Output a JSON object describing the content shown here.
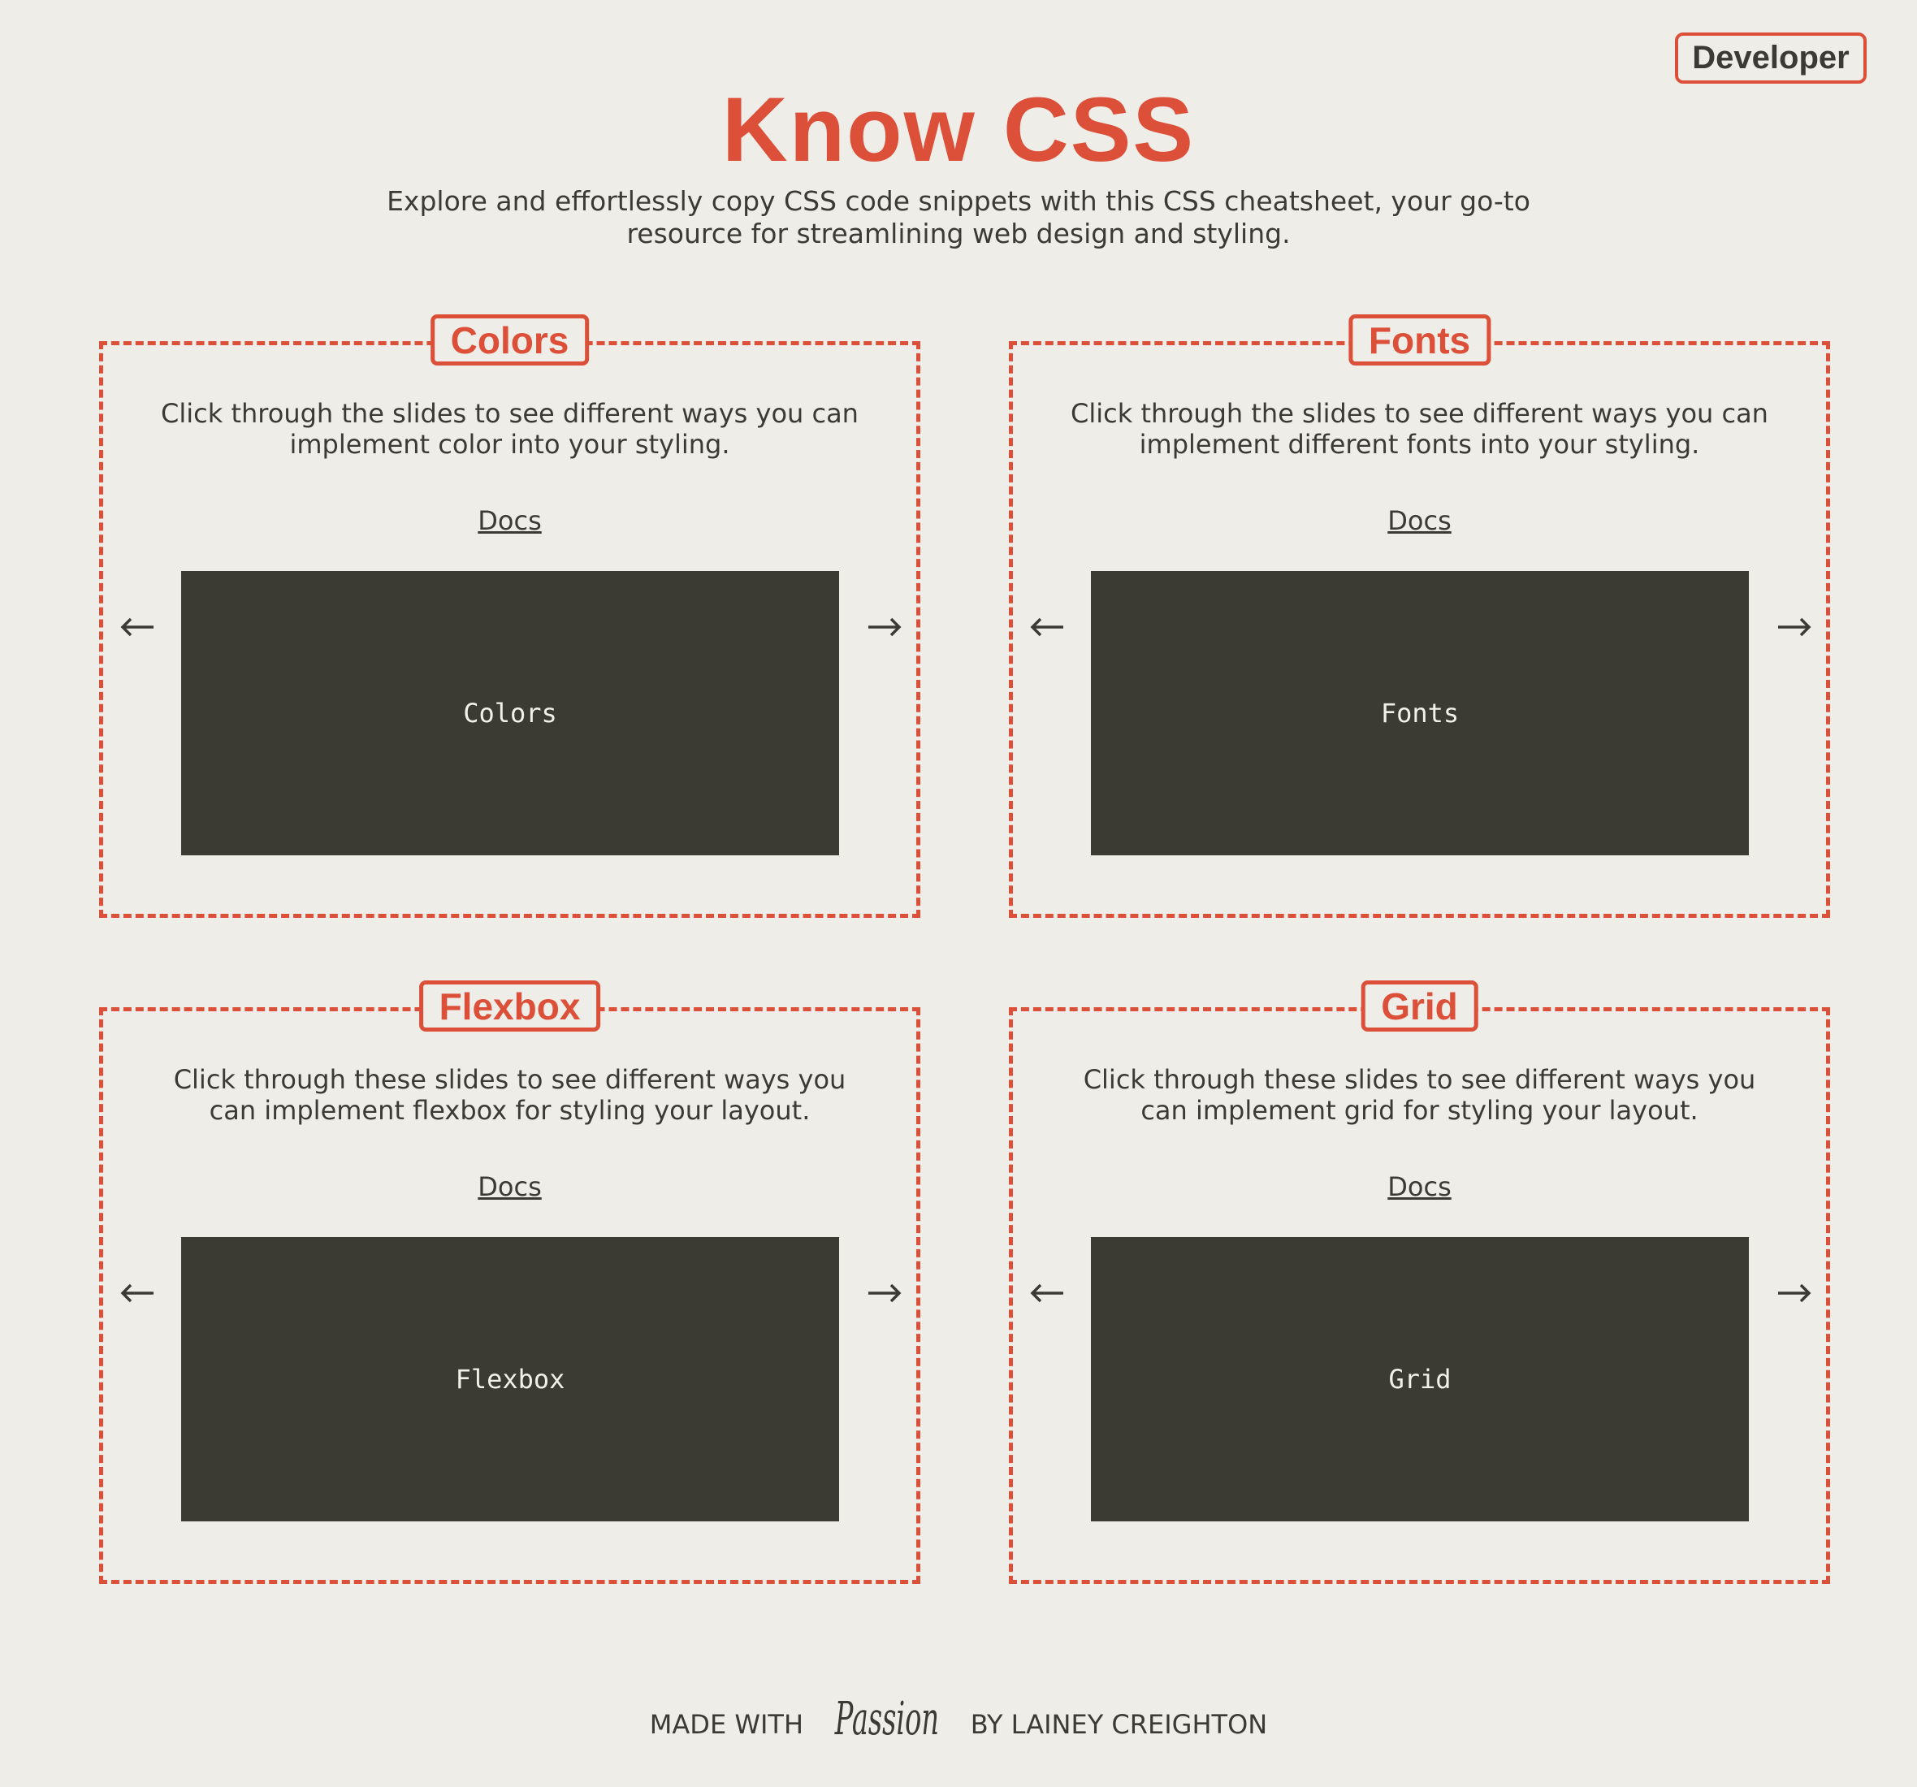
{
  "header": {
    "badge_label": "Developer",
    "title": "Know CSS",
    "subtitle": "Explore and effortlessly copy CSS code snippets with this CSS cheatsheet, your go-to resource for streamlining web design and styling."
  },
  "cards": [
    {
      "label": "Colors",
      "description": "Click through the slides to see different ways you can implement color into your styling.",
      "docs_label": "Docs",
      "slide_text": "Colors",
      "prev_icon": "arrow-left-icon",
      "next_icon": "arrow-right-icon"
    },
    {
      "label": "Fonts",
      "description": "Click through the slides to see different ways you can implement different fonts into your styling.",
      "docs_label": "Docs",
      "slide_text": "Fonts",
      "prev_icon": "arrow-left-icon",
      "next_icon": "arrow-right-icon"
    },
    {
      "label": "Flexbox",
      "description": "Click through these slides to see different ways you can implement flexbox for styling your layout.",
      "docs_label": "Docs",
      "slide_text": "Flexbox",
      "prev_icon": "arrow-left-icon",
      "next_icon": "arrow-right-icon"
    },
    {
      "label": "Grid",
      "description": "Click through these slides to see different ways you can implement grid for styling your layout.",
      "docs_label": "Docs",
      "slide_text": "Grid",
      "prev_icon": "arrow-left-icon",
      "next_icon": "arrow-right-icon"
    }
  ],
  "footer": {
    "prefix": "MADE WITH",
    "script_word": "Passion",
    "suffix": "BY LAINEY CREIGHTON"
  },
  "colors": {
    "background": "#efede8",
    "accent": "#dc5039",
    "text": "#3b3a35",
    "slide_bg": "#3b3a33",
    "slide_text": "#f2f0ea"
  }
}
